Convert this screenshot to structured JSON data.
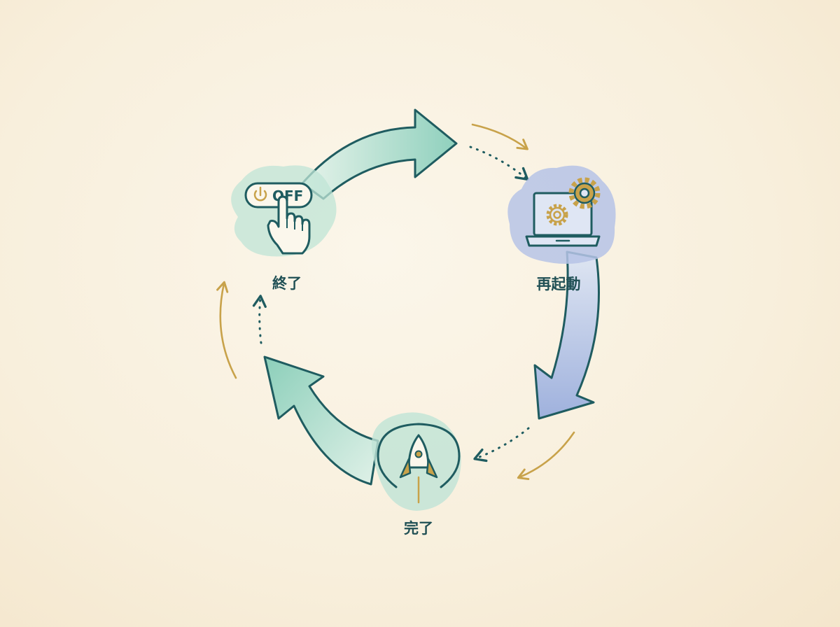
{
  "nodes": [
    {
      "id": "shutdown",
      "label": "終了",
      "icon": "power-off-button-icon",
      "button_text": "OFF"
    },
    {
      "id": "restart",
      "label": "再起動",
      "icon": "laptop-gears-icon"
    },
    {
      "id": "complete",
      "label": "完了",
      "icon": "rocket-icon"
    }
  ],
  "colors": {
    "teal_dark": "#1f5c60",
    "teal_light": "#9fd8c6",
    "blue_light": "#a9b8e0",
    "gold": "#c8a24a",
    "background": "#f8efdc"
  }
}
